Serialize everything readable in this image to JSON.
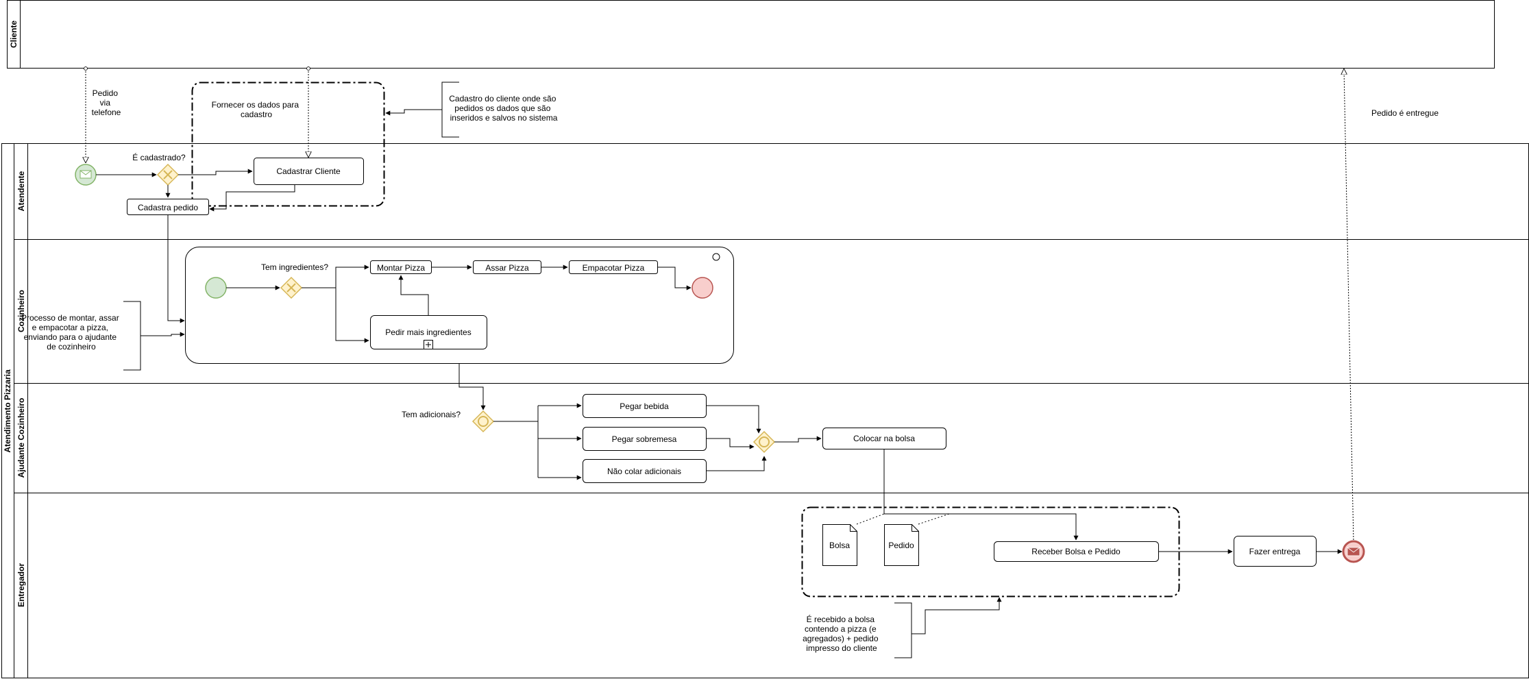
{
  "pools": {
    "client": "Cliente",
    "main": "Atendimento Pizzaria"
  },
  "lanes": [
    "Atendente",
    "Cozinheiro",
    "Ajudante Cozinheiro",
    "Entregador"
  ],
  "messages": {
    "order_by_phone": [
      "Pedido",
      "via",
      "telefone"
    ],
    "delivered": "Pedido é entregue"
  },
  "groups": {
    "provide_data": [
      "Fornecer os dados para",
      "cadastro"
    ]
  },
  "annotations": {
    "registration": [
      "Cadastro do cliente onde são",
      "pedidos os dados que são",
      "inseridos e salvos no sistema"
    ],
    "cook_process": [
      "Processo de montar, assar",
      "e  empacotar a pizza,",
      "enviando para o ajudante",
      "de cozinheiro"
    ],
    "bag_received": [
      "É recebido a bolsa",
      "contendo a pizza (e",
      "agregados) + pedido",
      "impresso do cliente"
    ]
  },
  "gateways": {
    "registered": "É cadastrado?",
    "ingredients": "Tem ingredientes?",
    "extras": "Tem adicionais?"
  },
  "tasks": {
    "register_client": "Cadastrar Cliente",
    "register_order": "Cadastra pedido",
    "assemble": "Montar Pizza",
    "bake": "Assar Pizza",
    "package": "Empacotar Pizza",
    "ask_ingredients": "Pedir mais ingredientes",
    "drink": "Pegar bebida",
    "dessert": "Pegar sobremesa",
    "no_extras": "Não colar adicionais",
    "bag": "Colocar na bolsa",
    "receive": "Receber Bolsa e Pedido",
    "deliver": "Fazer entrega"
  },
  "data_objects": {
    "bag": "Bolsa",
    "order": "Pedido"
  },
  "colors": {
    "start_fill": "#d5e8d4",
    "start_stroke": "#82b366",
    "end_fill": "#f8cecc",
    "end_stroke": "#b85450",
    "gateway_fill": "#fff2cc",
    "gateway_stroke": "#d6b656"
  }
}
